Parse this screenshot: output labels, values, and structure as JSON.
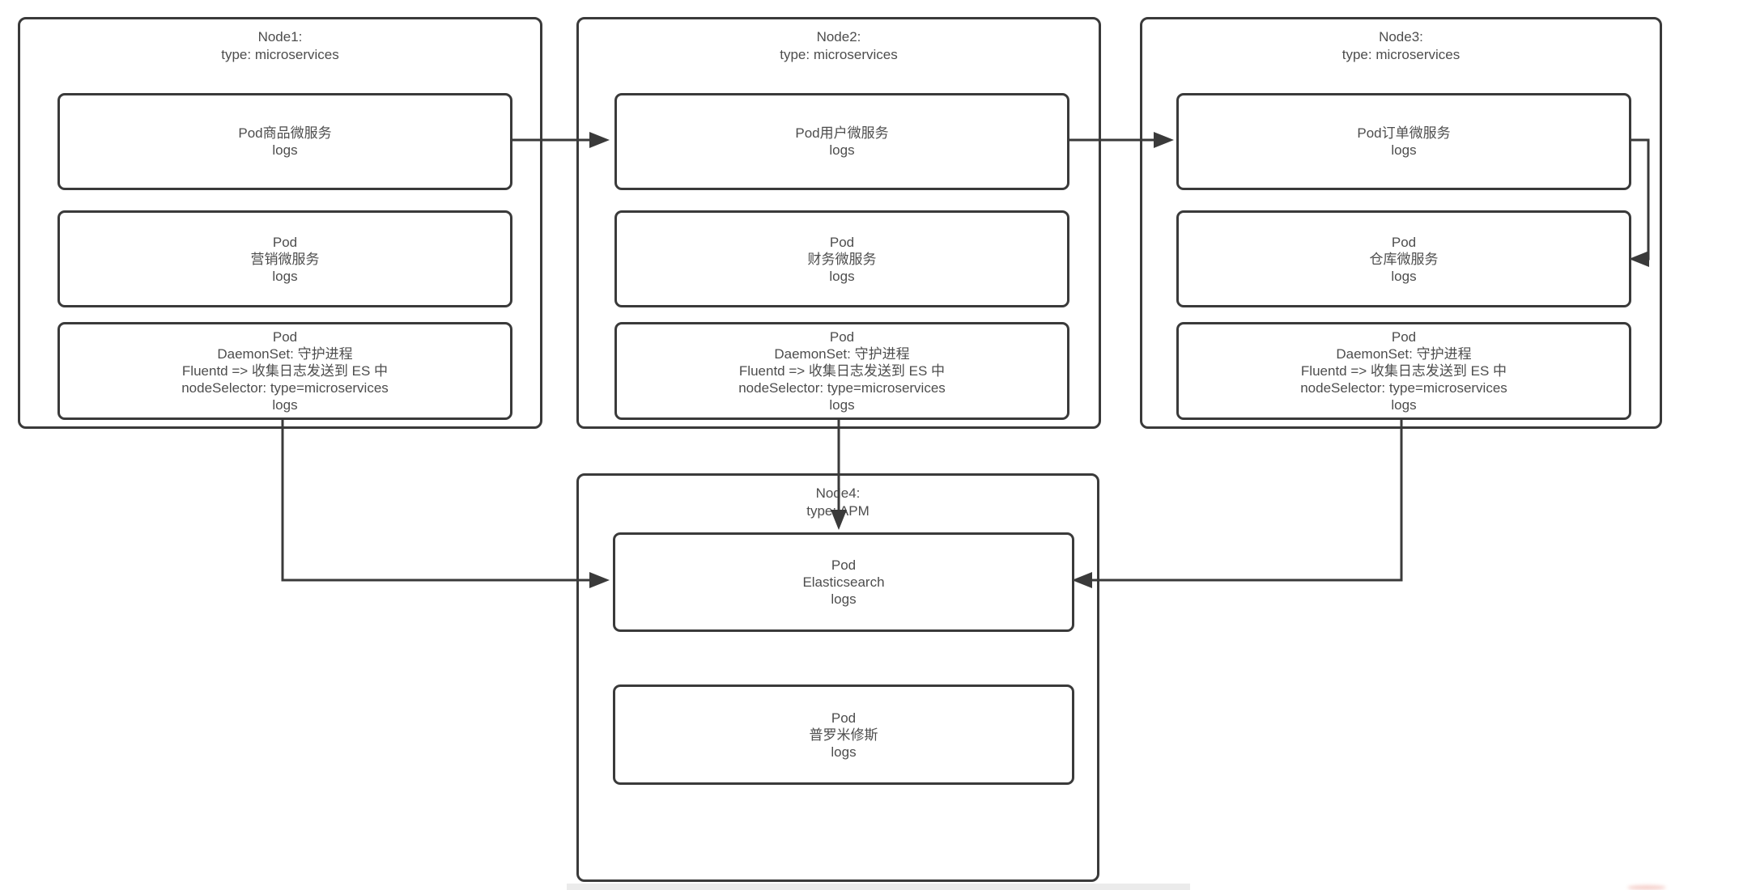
{
  "diagram_type": "kubernetes-logging-architecture",
  "colors": {
    "line": "#3a3a3a",
    "text": "#4d4d4d",
    "background": "#ffffff"
  },
  "nodes": [
    {
      "id": "node1",
      "title_lines": [
        "Node1:",
        "type: microservices"
      ],
      "pods": [
        {
          "id": "pod-product-service",
          "lines": [
            "Pod商品微服务",
            "logs"
          ]
        },
        {
          "id": "pod-marketing-service",
          "lines": [
            "Pod",
            "营销微服务",
            "logs"
          ]
        },
        {
          "id": "pod-daemonset-fluentd-1",
          "lines": [
            "Pod",
            "DaemonSet: 守护进程",
            "Fluentd => 收集日志发送到 ES 中",
            "nodeSelector: type=microservices",
            "logs"
          ]
        }
      ]
    },
    {
      "id": "node2",
      "title_lines": [
        "Node2:",
        "type: microservices"
      ],
      "pods": [
        {
          "id": "pod-user-service",
          "lines": [
            "Pod用户微服务",
            "logs"
          ]
        },
        {
          "id": "pod-finance-service",
          "lines": [
            "Pod",
            "财务微服务",
            "logs"
          ]
        },
        {
          "id": "pod-daemonset-fluentd-2",
          "lines": [
            "Pod",
            "DaemonSet: 守护进程",
            "Fluentd => 收集日志发送到 ES 中",
            "nodeSelector: type=microservices",
            "logs"
          ]
        }
      ]
    },
    {
      "id": "node3",
      "title_lines": [
        "Node3:",
        "type: microservices"
      ],
      "pods": [
        {
          "id": "pod-order-service",
          "lines": [
            "Pod订单微服务",
            "logs"
          ]
        },
        {
          "id": "pod-warehouse-service",
          "lines": [
            "Pod",
            "仓库微服务",
            "logs"
          ]
        },
        {
          "id": "pod-daemonset-fluentd-3",
          "lines": [
            "Pod",
            "DaemonSet: 守护进程",
            "Fluentd => 收集日志发送到 ES 中",
            "nodeSelector: type=microservices",
            "logs"
          ]
        }
      ]
    },
    {
      "id": "node4",
      "title_lines": [
        "Node4:",
        "type: APM"
      ],
      "pods": [
        {
          "id": "pod-elasticsearch",
          "lines": [
            "Pod",
            "Elasticsearch",
            "logs"
          ]
        },
        {
          "id": "pod-prometheus",
          "lines": [
            "Pod",
            "普罗米修斯",
            "logs"
          ]
        }
      ]
    }
  ],
  "edges": [
    {
      "from": "pod-product-service",
      "to": "pod-user-service"
    },
    {
      "from": "pod-user-service",
      "to": "pod-order-service"
    },
    {
      "from": "pod-order-service",
      "to": "pod-warehouse-service"
    },
    {
      "from": "pod-daemonset-fluentd-1",
      "to": "pod-elasticsearch"
    },
    {
      "from": "pod-daemonset-fluentd-2",
      "to": "pod-elasticsearch"
    },
    {
      "from": "pod-daemonset-fluentd-3",
      "to": "pod-elasticsearch"
    }
  ]
}
